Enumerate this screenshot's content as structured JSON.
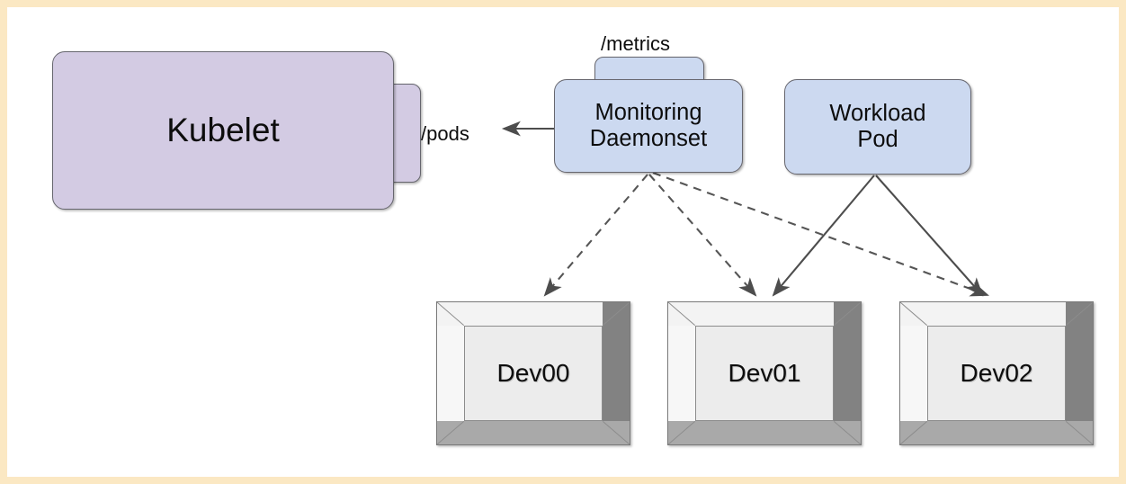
{
  "diagram": {
    "title": "Kubernetes node monitoring daemonset device topology",
    "background_color": "#ffffff",
    "border_color": "#fbe8c3",
    "nodes": {
      "kubelet": {
        "label": "Kubelet",
        "fill": "#d3cbe3",
        "stroke": "#66666e"
      },
      "monitoring_daemonset": {
        "label": "Monitoring\nDaemonset",
        "line1": "Monitoring",
        "line2": "Daemonset",
        "fill": "#ccd9f0",
        "stroke": "#66666e"
      },
      "workload_pod": {
        "label": "Workload\nPod",
        "line1": "Workload",
        "line2": "Pod",
        "fill": "#ccd9f0",
        "stroke": "#66666e"
      },
      "devices": [
        {
          "label": "Dev00",
          "fill": "#ececec"
        },
        {
          "label": "Dev01",
          "fill": "#ececec"
        },
        {
          "label": "Dev02",
          "fill": "#ececec"
        }
      ]
    },
    "edge_labels": {
      "pods": "/pods",
      "metrics": "/metrics"
    },
    "edges": [
      {
        "from": "monitoring_daemonset",
        "to": "kubelet",
        "style": "solid",
        "label": "/pods"
      },
      {
        "from": "monitoring_daemonset",
        "to": "Dev00",
        "style": "dashed",
        "label": ""
      },
      {
        "from": "monitoring_daemonset",
        "to": "Dev01",
        "style": "dashed",
        "label": ""
      },
      {
        "from": "monitoring_daemonset",
        "to": "Dev02",
        "style": "dashed",
        "label": ""
      },
      {
        "from": "workload_pod",
        "to": "Dev01",
        "style": "solid",
        "label": ""
      },
      {
        "from": "workload_pod",
        "to": "Dev02",
        "style": "solid",
        "label": ""
      }
    ]
  }
}
